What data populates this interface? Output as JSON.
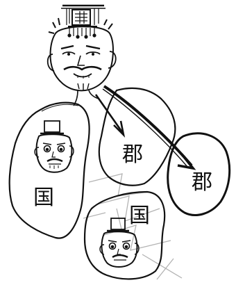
{
  "regions": {
    "guo_large": {
      "label": "国"
    },
    "guo_bottom": {
      "label": "国"
    },
    "jun_middle": {
      "label": "郡"
    },
    "jun_right": {
      "label": "郡"
    }
  },
  "emperor": {
    "crown_icon": "mianguan-crown-icon"
  },
  "colors": {
    "ink": "#111111",
    "paper": "#ffffff",
    "watermark": "#9a9a9a"
  }
}
